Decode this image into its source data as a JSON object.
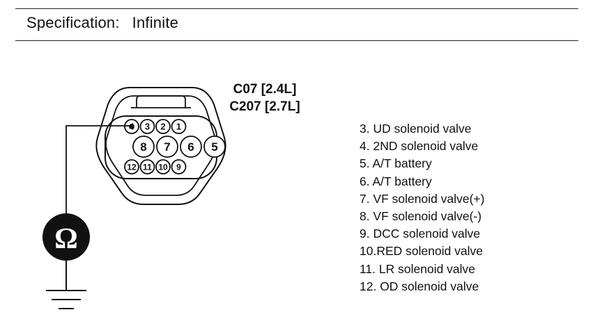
{
  "specification": {
    "label": "Specification:",
    "value": "Infinite"
  },
  "connector": {
    "line1": "C07 [2.4L]",
    "line2": "C207 [2.7L]"
  },
  "meter_symbol": "Ω",
  "pins": [
    {
      "num": "1",
      "row": 0,
      "col": 3
    },
    {
      "num": "2",
      "row": 0,
      "col": 2
    },
    {
      "num": "3",
      "row": 0,
      "col": 1
    },
    {
      "num": "4",
      "row": 0,
      "col": 0
    },
    {
      "num": "5",
      "row": 1,
      "col": 4
    },
    {
      "num": "6",
      "row": 1,
      "col": 3
    },
    {
      "num": "7",
      "row": 1,
      "col": 2
    },
    {
      "num": "8",
      "row": 1,
      "col": 1
    },
    {
      "num": "9",
      "row": 2,
      "col": 3
    },
    {
      "num": "10",
      "row": 2,
      "col": 2
    },
    {
      "num": "11",
      "row": 2,
      "col": 1
    },
    {
      "num": "12",
      "row": 2,
      "col": 0
    }
  ],
  "pin_descriptions": [
    "3. UD solenoid valve",
    "4. 2ND solenoid valve",
    "5. A/T battery",
    "6. A/T battery",
    "7. VF solenoid valve(+)",
    "8. VF solenoid valve(-)",
    "9. DCC solenoid valve",
    "10.RED solenoid valve",
    "11. LR solenoid valve",
    "12. OD solenoid valve"
  ],
  "colors": {
    "line": "#111111",
    "meter": "#111111",
    "background": "#ffffff"
  }
}
